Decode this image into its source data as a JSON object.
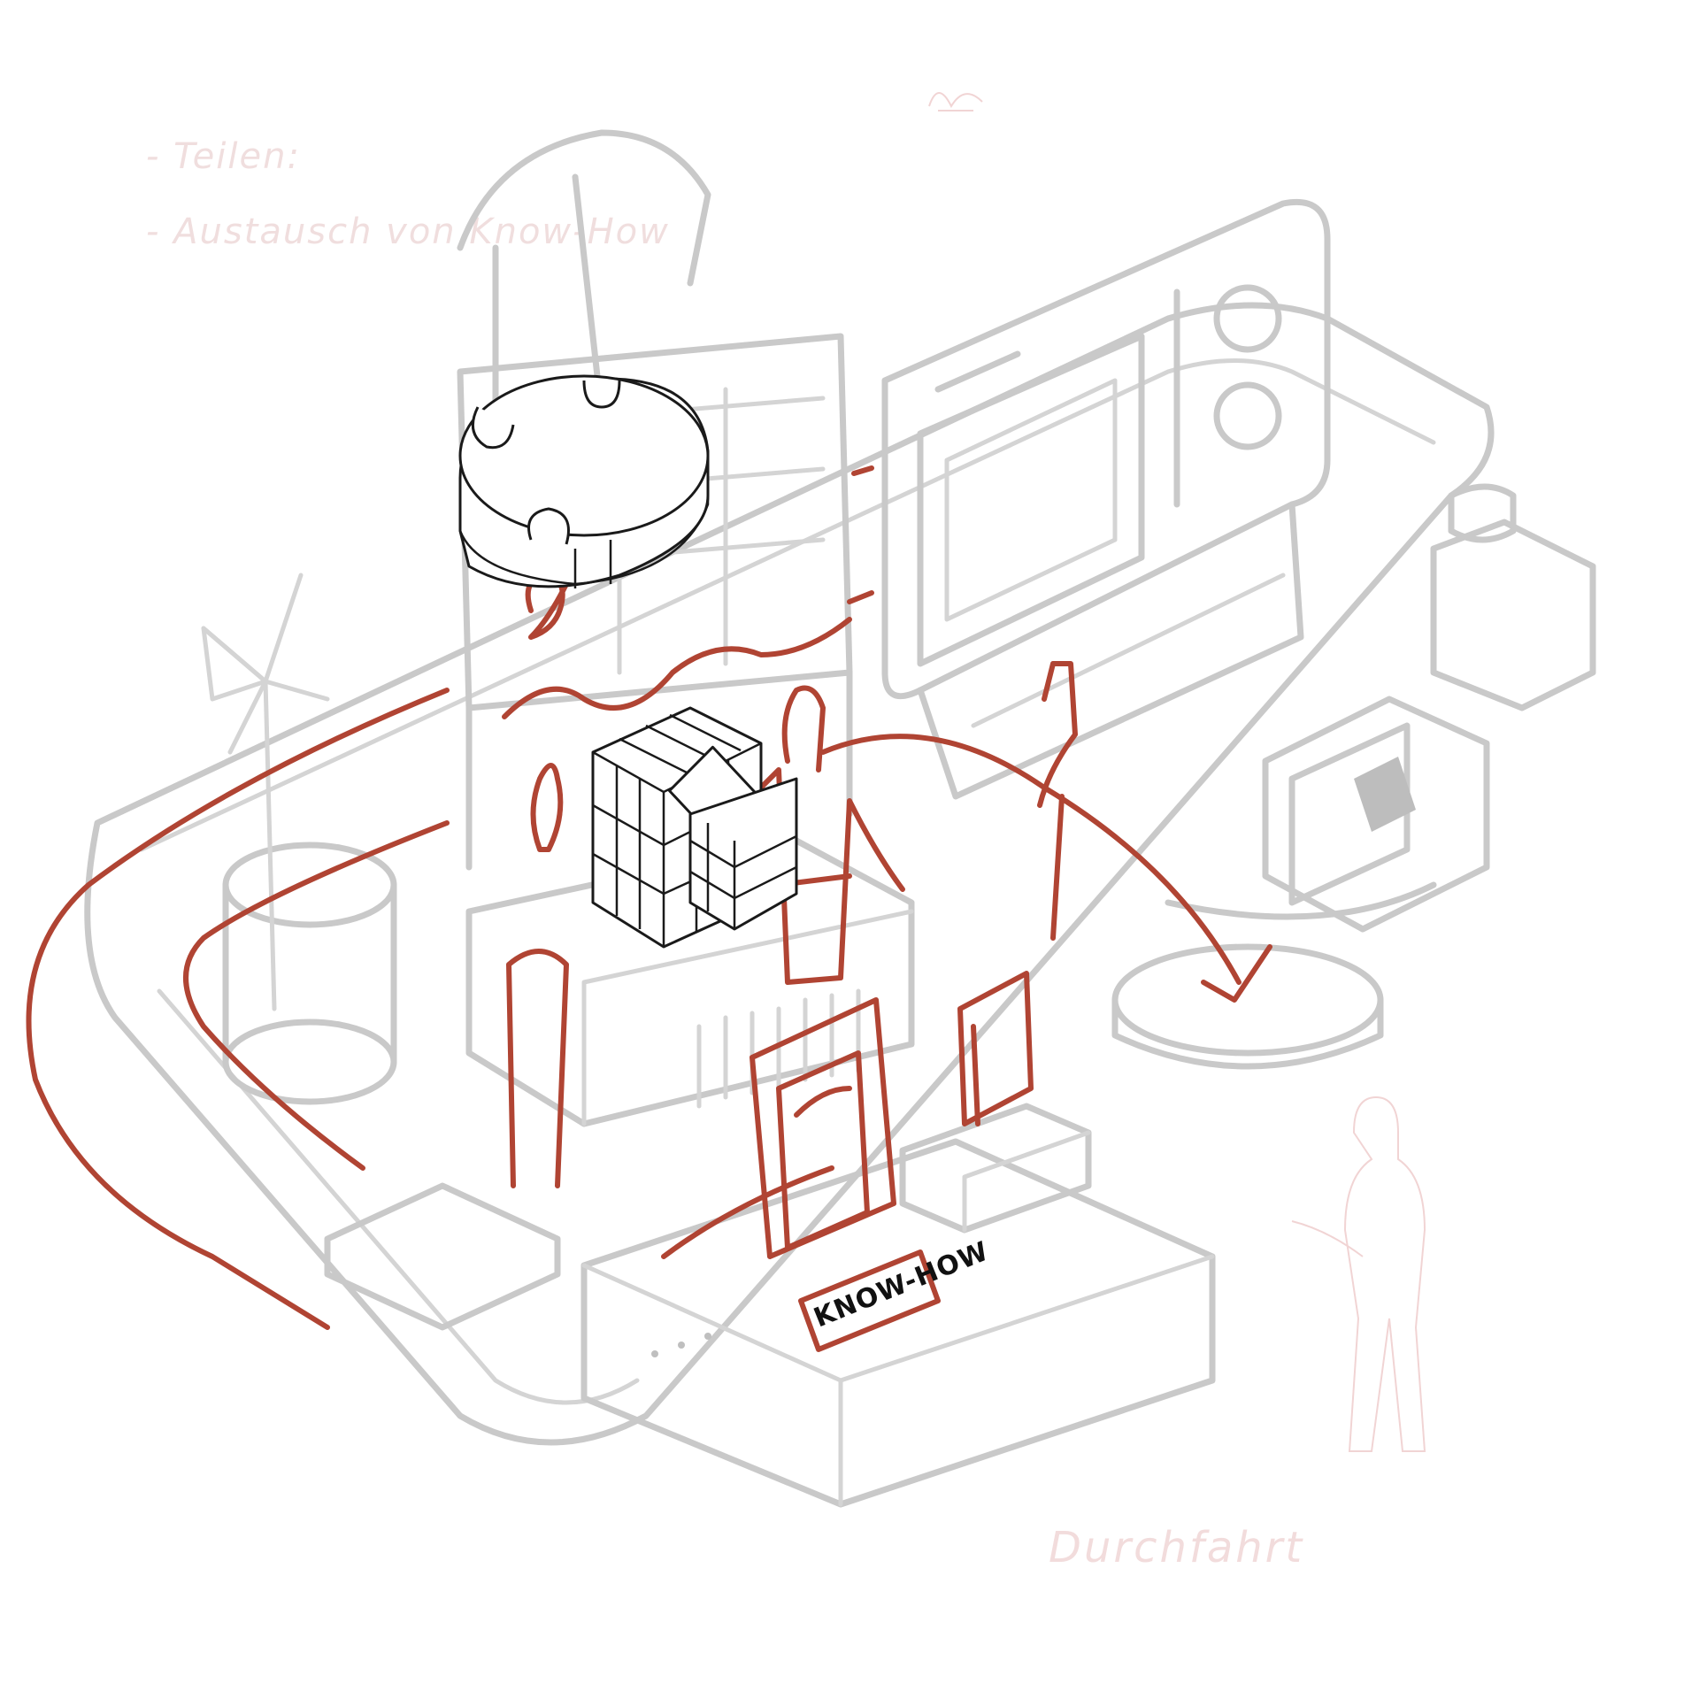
{
  "notes": {
    "line1": "- Teilen:",
    "line2": "- Austausch von Know-How"
  },
  "label_know_how": "KNOW-HOW",
  "label_durchfahrt": "Durchfahrt",
  "colors": {
    "background": "#ffffff",
    "pencil_grey": "#c9c9c9",
    "accent_red": "#b04433",
    "ink_black": "#1a1a1a",
    "faint_pink": "#f0dede"
  }
}
